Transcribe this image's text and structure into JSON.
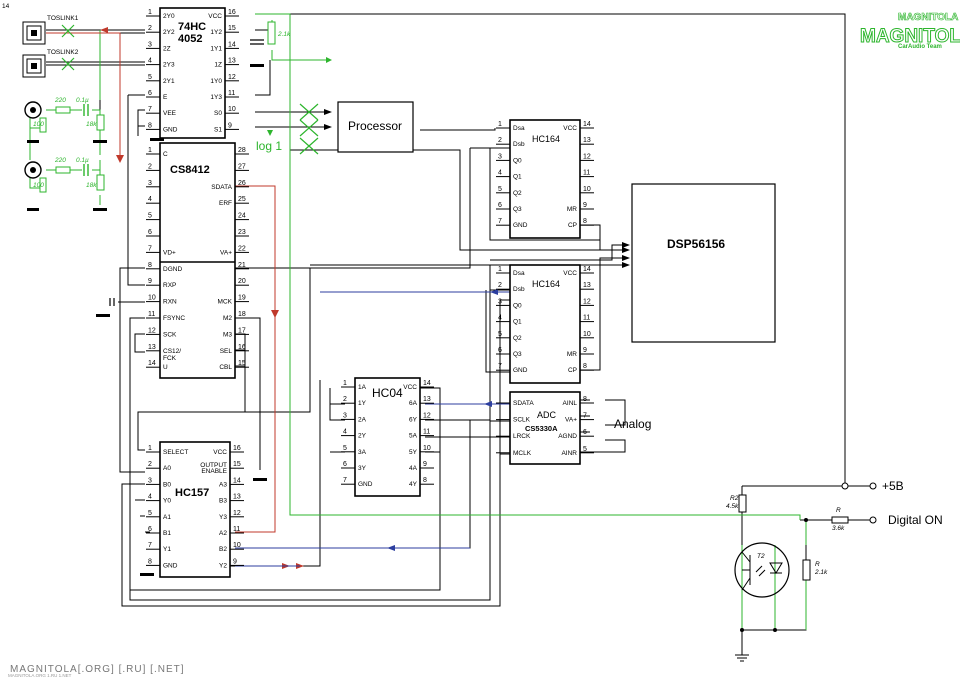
{
  "page_number": "14",
  "footer": "MAGNITOLA[.ORG] [.RU] [.NET]",
  "footer_sub": "MAGNITOLA.ORG 1.RU 1.NET",
  "logo": {
    "text": "MAGNITOLA",
    "sub": "CarAudio Team",
    "color": "#2db52d"
  },
  "inputs": {
    "toslink1": "TOSLINK1",
    "toslink2": "TOSLINK2"
  },
  "components": {
    "r1": "220",
    "c1": "0.1µ",
    "r2": "18k",
    "r3": "100",
    "r4": "220",
    "c2": "0.1µ",
    "r5": "18k",
    "r6": "100",
    "r7": "2.1k",
    "r_r2": "R2",
    "r_r2v": "4.5k",
    "r_r": "R",
    "r_rv": "3.6k",
    "r_r3": "R",
    "r_r3v": "2.1k",
    "t2": "T2"
  },
  "chips": {
    "mux": {
      "name1": "74HC",
      "name2": "4052",
      "left": [
        [
          "1",
          "2Y0"
        ],
        [
          "2",
          "2Y2"
        ],
        [
          "3",
          "2Z"
        ],
        [
          "4",
          "2Y3"
        ],
        [
          "5",
          "2Y1"
        ],
        [
          "6",
          "E"
        ],
        [
          "7",
          "VEE"
        ],
        [
          "8",
          "GND"
        ]
      ],
      "right": [
        [
          "16",
          "VCC"
        ],
        [
          "15",
          "1Y2"
        ],
        [
          "14",
          "1Y1"
        ],
        [
          "13",
          "1Z"
        ],
        [
          "12",
          "1Y0"
        ],
        [
          "11",
          "1Y3"
        ],
        [
          "10",
          "S0"
        ],
        [
          "9",
          "S1"
        ]
      ]
    },
    "cs8412": {
      "name": "CS8412",
      "left": [
        [
          "1",
          "C"
        ],
        [
          "2",
          ""
        ],
        [
          "3",
          ""
        ],
        [
          "4",
          ""
        ],
        [
          "5",
          ""
        ],
        [
          "6",
          ""
        ],
        [
          "7",
          "VD+"
        ],
        [
          "8",
          "DGND"
        ],
        [
          "9",
          "RXP"
        ],
        [
          "10",
          "RXN"
        ],
        [
          "11",
          "FSYNC"
        ],
        [
          "12",
          "SCK"
        ],
        [
          "13",
          "CS12/ FCK"
        ],
        [
          "14",
          "U"
        ]
      ],
      "right": [
        [
          "28",
          ""
        ],
        [
          "27",
          ""
        ],
        [
          "26",
          "SDATA"
        ],
        [
          "25",
          "ERF"
        ],
        [
          "24",
          ""
        ],
        [
          "23",
          ""
        ],
        [
          "22",
          "VA+"
        ],
        [
          "21",
          ""
        ],
        [
          "20",
          ""
        ],
        [
          "19",
          "MCK"
        ],
        [
          "18",
          "M2"
        ],
        [
          "17",
          "M3"
        ],
        [
          "16",
          "SEL"
        ],
        [
          "15",
          "CBL"
        ]
      ]
    },
    "hc157": {
      "name": "HC157",
      "left": [
        [
          "1",
          "SELECT"
        ],
        [
          "2",
          "A0"
        ],
        [
          "3",
          "B0"
        ],
        [
          "4",
          "Y0"
        ],
        [
          "5",
          "A1"
        ],
        [
          "6",
          "B1"
        ],
        [
          "7",
          "Y1"
        ],
        [
          "8",
          "GND"
        ]
      ],
      "right": [
        [
          "16",
          "VCC"
        ],
        [
          "15",
          "OUTPUT ENABLE"
        ],
        [
          "14",
          "A3"
        ],
        [
          "13",
          "B3"
        ],
        [
          "12",
          "Y3"
        ],
        [
          "11",
          "A2"
        ],
        [
          "10",
          "B2"
        ],
        [
          "9",
          "Y2"
        ]
      ]
    },
    "hc04": {
      "name": "HC04",
      "left": [
        [
          "1",
          "1A"
        ],
        [
          "2",
          "1Y"
        ],
        [
          "3",
          "2A"
        ],
        [
          "4",
          "2Y"
        ],
        [
          "5",
          "3A"
        ],
        [
          "6",
          "3Y"
        ],
        [
          "7",
          "GND"
        ]
      ],
      "right": [
        [
          "14",
          "VCC"
        ],
        [
          "13",
          "6A"
        ],
        [
          "12",
          "6Y"
        ],
        [
          "11",
          "5A"
        ],
        [
          "10",
          "5Y"
        ],
        [
          "9",
          "4A"
        ],
        [
          "8",
          "4Y"
        ]
      ]
    },
    "hc164a": {
      "name": "HC164",
      "left": [
        [
          "1",
          "Dsa"
        ],
        [
          "2",
          "Dsb"
        ],
        [
          "3",
          "Q0"
        ],
        [
          "4",
          "Q1"
        ],
        [
          "5",
          "Q2"
        ],
        [
          "6",
          "Q3"
        ],
        [
          "7",
          "GND"
        ]
      ],
      "right": [
        [
          "14",
          "VCC"
        ],
        [
          "13",
          ""
        ],
        [
          "12",
          ""
        ],
        [
          "11",
          ""
        ],
        [
          "10",
          ""
        ],
        [
          "9",
          "MR"
        ],
        [
          "8",
          "CP"
        ]
      ]
    },
    "hc164b": {
      "name": "HC164",
      "left": [
        [
          "1",
          "Dsa"
        ],
        [
          "2",
          "Dsb"
        ],
        [
          "3",
          "Q0"
        ],
        [
          "4",
          "Q1"
        ],
        [
          "5",
          "Q2"
        ],
        [
          "6",
          "Q3"
        ],
        [
          "7",
          "GND"
        ]
      ],
      "right": [
        [
          "14",
          "VCC"
        ],
        [
          "13",
          ""
        ],
        [
          "12",
          ""
        ],
        [
          "11",
          ""
        ],
        [
          "10",
          ""
        ],
        [
          "9",
          "MR"
        ],
        [
          "8",
          "CP"
        ]
      ]
    },
    "adc": {
      "name": "ADC",
      "name2": "CS5330A",
      "left": [
        [
          "",
          "SDATA"
        ],
        [
          "",
          "SCLK"
        ],
        [
          "",
          "LRCK"
        ],
        [
          "",
          "MCLK"
        ]
      ],
      "right": [
        [
          "8",
          "AINL"
        ],
        [
          "7",
          "VA+"
        ],
        [
          "6",
          "AGND"
        ],
        [
          "5",
          "AINR"
        ]
      ]
    }
  },
  "blocks": {
    "processor": "Processor",
    "dsp": "DSP56156",
    "analog": "Analog",
    "log1": "log 1"
  },
  "outputs": {
    "plus5": "+5B",
    "digital_on": "Digital ON"
  }
}
